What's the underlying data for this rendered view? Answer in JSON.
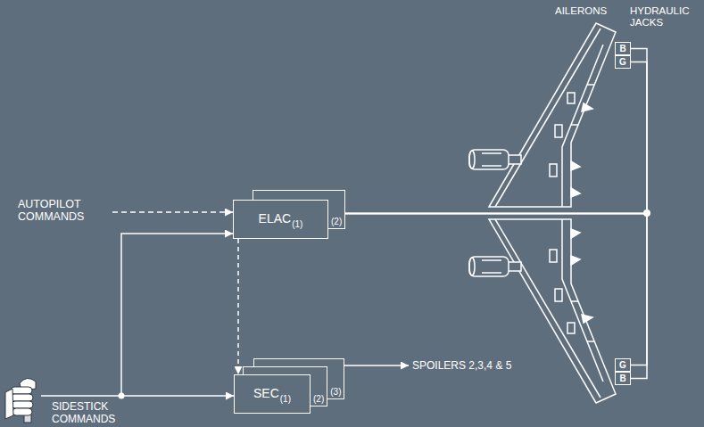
{
  "diagram": {
    "nodes": [
      {
        "text": [
          "ELAC",
          "(1)"
        ]
      },
      {
        "text": [
          "(2)"
        ]
      },
      {
        "text": [
          "SEC",
          "(1)"
        ]
      },
      {
        "text": [
          "(2)"
        ]
      },
      {
        "text": [
          "(3)"
        ]
      },
      {
        "text": [
          "B"
        ]
      },
      {
        "text": [
          "G"
        ]
      },
      {
        "text": [
          "G"
        ]
      },
      {
        "text": [
          "B"
        ]
      }
    ],
    "edges": [
      {
        "from": 0,
        "to": 2,
        "arrow": "to"
      },
      {
        "from": 0,
        "to": 5,
        "arrow": "none"
      },
      {
        "from": 0,
        "to": 6,
        "arrow": "none"
      },
      {
        "from": 0,
        "to": 7,
        "arrow": "none"
      },
      {
        "from": 0,
        "to": 8,
        "arrow": "none"
      }
    ],
    "labels": [
      "AILERONS",
      "HYDRAULIC JACKS",
      "AUTOPILOT COMMANDS",
      "SIDESTICK COMMANDS",
      "SPOILERS 2,3,4 & 5"
    ]
  }
}
